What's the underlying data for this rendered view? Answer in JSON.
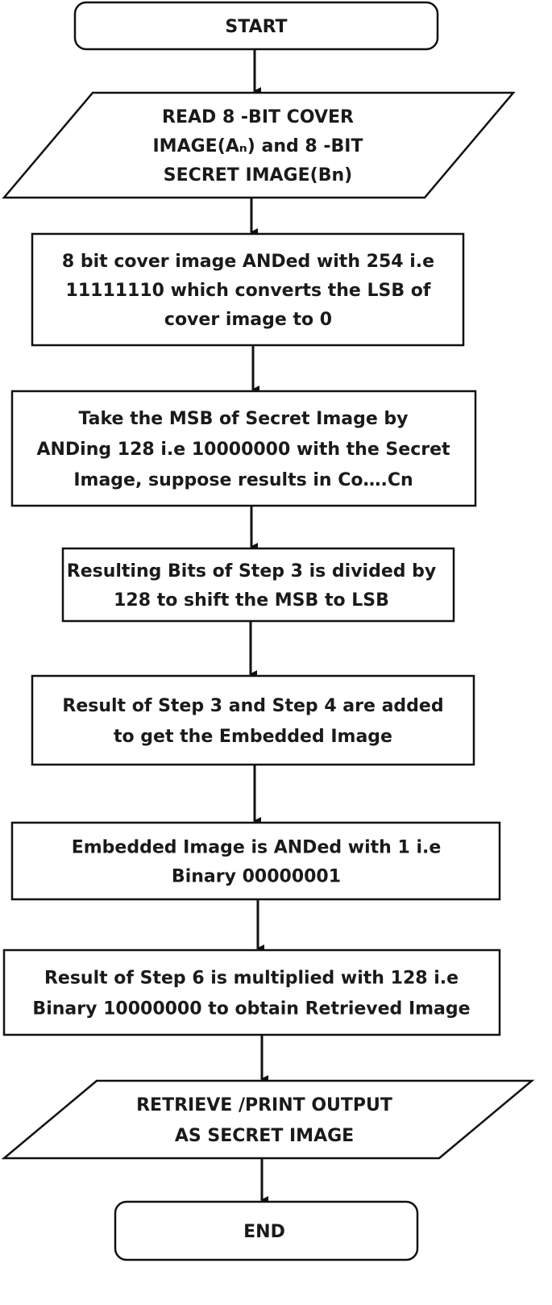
{
  "flowchart": {
    "nodes": [
      {
        "id": "start",
        "shape": "terminator",
        "lines": [
          "START"
        ]
      },
      {
        "id": "read-input",
        "shape": "parallelogram",
        "lines": [
          "READ 8 -BIT COVER",
          "IMAGE(Aₙ) and 8 -BIT",
          "SECRET IMAGE(Bn)"
        ]
      },
      {
        "id": "step-1",
        "shape": "process",
        "lines": [
          "8 bit cover image ANDed  with 254 i.e",
          "11111110 which converts the LSB of",
          "cover image to 0"
        ]
      },
      {
        "id": "step-2",
        "shape": "process",
        "lines": [
          "Take the MSB of Secret Image by",
          "ANDing 128 i.e 10000000 with the Secret",
          "Image, suppose results in Co….Cn"
        ]
      },
      {
        "id": "step-3",
        "shape": "process",
        "lines": [
          "Resulting Bits of Step 3 is divided by",
          "128 to shift the MSB to LSB"
        ]
      },
      {
        "id": "step-4",
        "shape": "process",
        "lines": [
          "Result of Step 3 and Step 4 are added",
          "to get the Embedded Image"
        ]
      },
      {
        "id": "step-5",
        "shape": "process",
        "lines": [
          "Embedded Image is ANDed with 1 i.e",
          "Binary 00000001"
        ]
      },
      {
        "id": "step-6",
        "shape": "process",
        "lines": [
          "Result of Step 6 is multiplied  with 128 i.e",
          "Binary 10000000 to obtain Retrieved Image"
        ]
      },
      {
        "id": "output",
        "shape": "parallelogram",
        "lines": [
          "RETRIEVE /PRINT OUTPUT",
          "AS SECRET IMAGE"
        ]
      },
      {
        "id": "end",
        "shape": "terminator",
        "lines": [
          "END"
        ]
      }
    ]
  }
}
